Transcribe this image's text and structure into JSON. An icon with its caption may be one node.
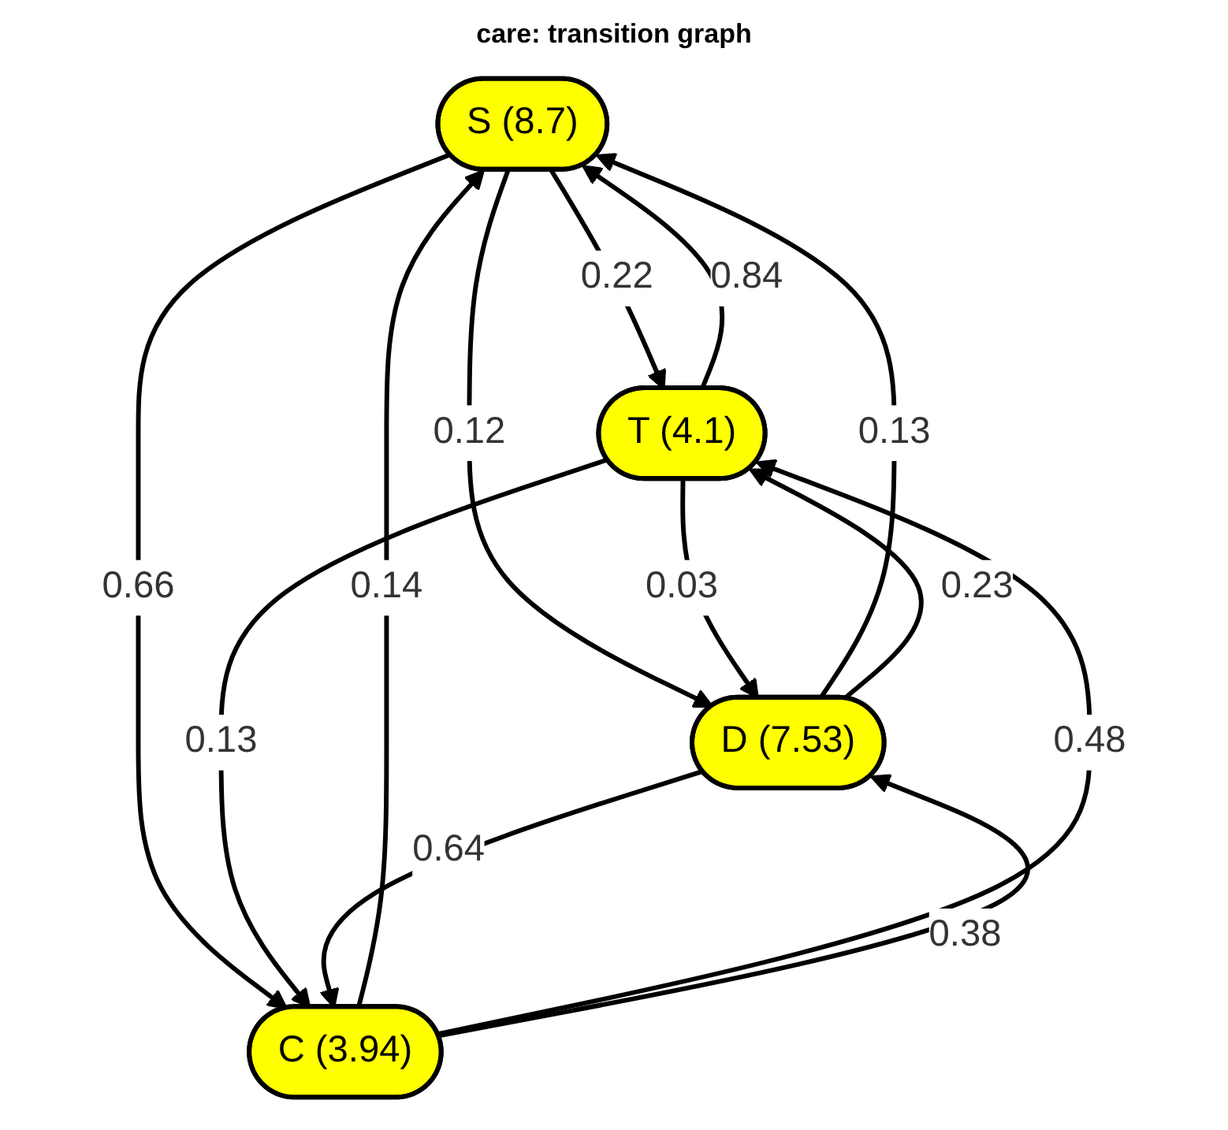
{
  "diagram": {
    "title": "care: transition graph",
    "nodes": [
      {
        "text": [
          "S (8.7)"
        ]
      },
      {
        "text": [
          "T (4.1)"
        ]
      },
      {
        "text": [
          "D (7.53)"
        ]
      },
      {
        "text": [
          "C (3.94)"
        ]
      }
    ],
    "edges": [
      {
        "from": 0,
        "to": 1,
        "arrow": "to",
        "label": "0.22"
      },
      {
        "from": 1,
        "to": 0,
        "arrow": "to",
        "label": "0.84"
      },
      {
        "from": 0,
        "to": 2,
        "arrow": "to",
        "label": "0.12"
      },
      {
        "from": 2,
        "to": 0,
        "arrow": "to",
        "label": "0.13"
      },
      {
        "from": 2,
        "to": 1,
        "arrow": "to",
        "label": "0.23"
      },
      {
        "from": 1,
        "to": 2,
        "arrow": "to",
        "label": "0.03"
      },
      {
        "from": 0,
        "to": 3,
        "arrow": "to",
        "label": "0.66"
      },
      {
        "from": 3,
        "to": 0,
        "arrow": "to",
        "label": "0.14"
      },
      {
        "from": 1,
        "to": 3,
        "arrow": "to",
        "label": "0.13"
      },
      {
        "from": 3,
        "to": 1,
        "arrow": "to",
        "label": "0.48"
      },
      {
        "from": 2,
        "to": 3,
        "arrow": "to",
        "label": "0.64"
      },
      {
        "from": 3,
        "to": 2,
        "arrow": "to",
        "label": "0.38"
      }
    ]
  }
}
